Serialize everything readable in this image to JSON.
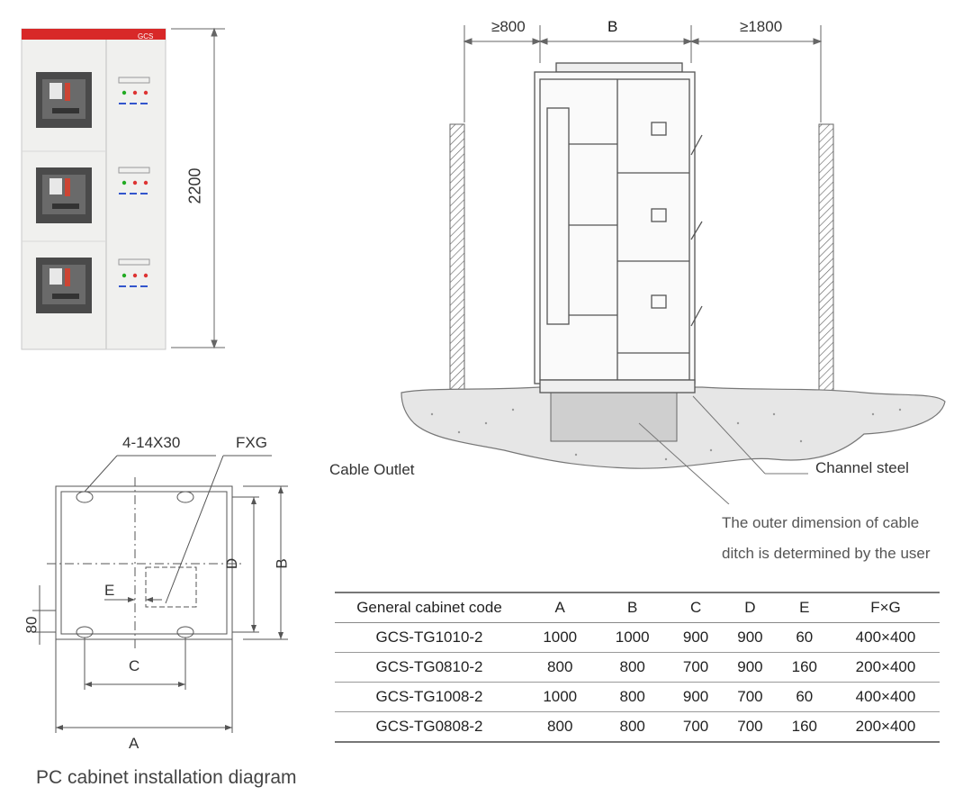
{
  "panel_photo": {
    "header_brand": "GCS",
    "height_dim": "2200"
  },
  "side_view": {
    "left_clearance": "≥800",
    "width_label": "B",
    "right_clearance": "≥1800",
    "cable_outlet": "Cable Outlet",
    "channel_steel": "Channel steel",
    "ditch_note_line1": "The outer dimension of cable",
    "ditch_note_line2": "ditch is determined by the user"
  },
  "plan_view": {
    "holes_label": "4-14X30",
    "fxg_label": "FXG",
    "dim_D": "D",
    "dim_B": "B",
    "dim_E": "E",
    "dim_80": "80",
    "dim_C": "C",
    "dim_A": "A",
    "caption": "PC cabinet installation diagram"
  },
  "spec_table": {
    "headers": [
      "General cabinet code",
      "A",
      "B",
      "C",
      "D",
      "E",
      "F×G"
    ],
    "rows": [
      [
        "GCS-TG1010-2",
        "1000",
        "1000",
        "900",
        "900",
        "60",
        "400×400"
      ],
      [
        "GCS-TG0810-2",
        "800",
        "800",
        "700",
        "900",
        "160",
        "200×400"
      ],
      [
        "GCS-TG1008-2",
        "1000",
        "800",
        "900",
        "700",
        "60",
        "400×400"
      ],
      [
        "GCS-TG0808-2",
        "800",
        "800",
        "700",
        "700",
        "160",
        "200×400"
      ]
    ]
  }
}
